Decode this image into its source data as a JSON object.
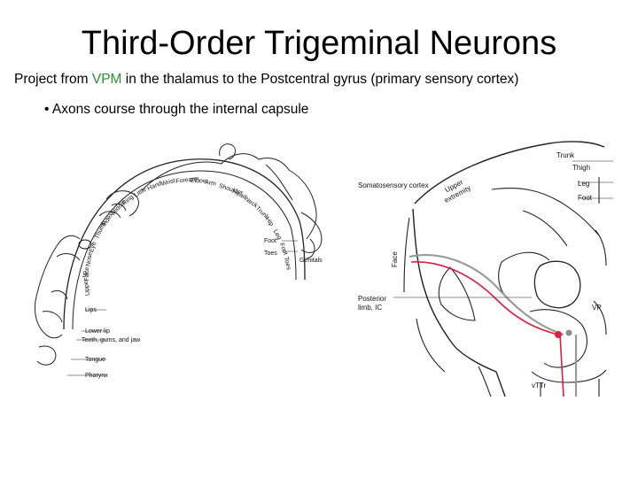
{
  "slide": {
    "title": "Third-Order Trigeminal Neurons",
    "subtitle_pre": "Project from ",
    "subtitle_accent": "VPM",
    "subtitle_post": " in the thalamus to the Postcentral gyrus (primary sensory cortex)",
    "bullet_mark": "•",
    "bullet_text": "Axons course through the internal capsule"
  },
  "colors": {
    "accent": "#2e8b3a",
    "pathway": "#d8203f",
    "tract": "#9a9a9a"
  },
  "homunculus": {
    "arc_labels": [
      "Toes",
      "Foot",
      "Leg",
      "Hip",
      "Trunk",
      "Neck",
      "Head",
      "Shoulder",
      "Arm",
      "Elbow",
      "Forearm",
      "Wrist",
      "Hand",
      "Little",
      "Ring",
      "Middle",
      "Index",
      "Thumb",
      "Eye",
      "Nose",
      "Face",
      "Upper lip"
    ],
    "side_labels": [
      "Foot",
      "Toes",
      "Genitals",
      "Lips",
      "Lower lip",
      "Teeth, gums, and jaw",
      "Tongue",
      "Pharynx"
    ]
  },
  "section": {
    "labels": {
      "trunk": "Trunk",
      "thigh": "Thigh",
      "leg": "Leg",
      "foot": "Foot",
      "cortex": "Somatosensory cortex",
      "upper": "Upper",
      "extremity": "extremity",
      "face": "Face",
      "posterior": "Posterior",
      "limb": "limb, IC",
      "vp": "VP",
      "vtt": "vTTr"
    }
  }
}
